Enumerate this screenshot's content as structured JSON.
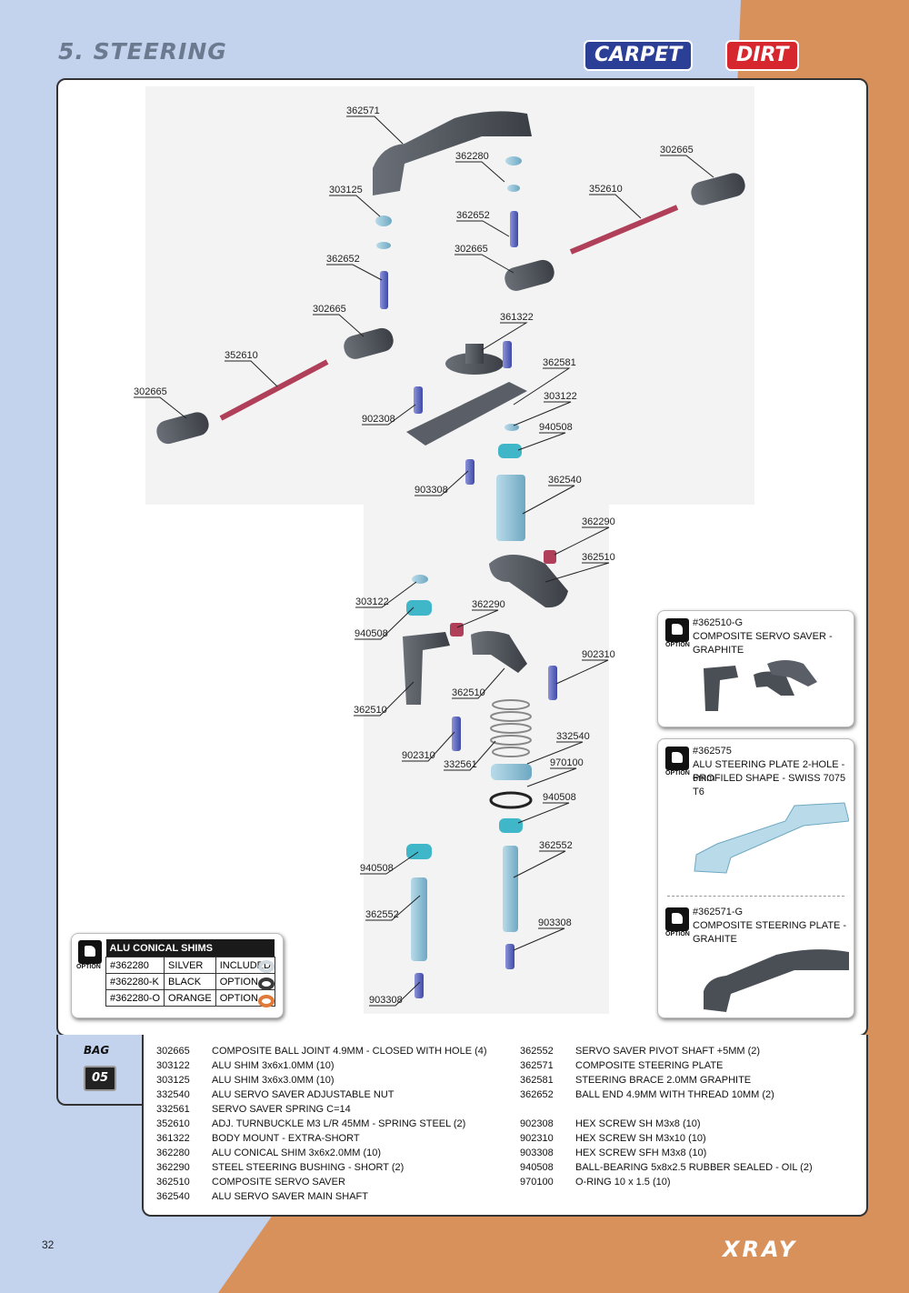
{
  "header": {
    "title": "5. STEERING",
    "badges": [
      "CARPET",
      "DIRT"
    ]
  },
  "colors": {
    "blue_bg": "#c3d3ee",
    "orange_bg": "#d9915c",
    "carpet": "#2a3f95",
    "dirt": "#d6262e"
  },
  "diagram": {
    "labels": [
      "362571",
      "362280",
      "302665",
      "303125",
      "352610",
      "362652",
      "302665",
      "362652",
      "302665",
      "361322",
      "352610",
      "362581",
      "302665",
      "303122",
      "902308",
      "940508",
      "903308",
      "362540",
      "362290",
      "362510",
      "303122",
      "362290",
      "940508",
      "902310",
      "362510",
      "362510",
      "332540",
      "902310",
      "332561",
      "970100",
      "940508",
      "362552",
      "940508",
      "362552",
      "903308",
      "903308"
    ]
  },
  "options": [
    {
      "icon": "thumbs-up-icon",
      "word": "OPTION",
      "code": "#362510-G",
      "desc": "COMPOSITE SERVO SAVER - GRAPHITE"
    },
    {
      "icon": "thumbs-up-icon",
      "word": "OPTION",
      "code": "#362575",
      "desc": "ALU STEERING PLATE 2-HOLE - 6mm",
      "desc2": "PROFILED SHAPE - SWISS 7075 T6"
    },
    {
      "icon": "thumbs-up-icon",
      "word": "OPTION",
      "code": "#362571-G",
      "desc": "COMPOSITE STEERING PLATE - GRAHITE"
    }
  ],
  "shims": {
    "icon": "thumbs-up-icon",
    "word": "OPTION",
    "title": "ALU CONICAL SHIMS",
    "rows": [
      {
        "code": "#362280",
        "color": "SILVER",
        "status": "INCLUDED",
        "swatch": "#cfd8de"
      },
      {
        "code": "#362280-K",
        "color": "BLACK",
        "status": "OPTION",
        "swatch": "#3a3a3a"
      },
      {
        "code": "#362280-O",
        "color": "ORANGE",
        "status": "OPTION",
        "swatch": "#e07a3a"
      }
    ]
  },
  "bag": {
    "label": "BAG",
    "number": "05"
  },
  "parts_left": [
    {
      "code": "302665",
      "name": "COMPOSITE BALL JOINT 4.9MM - CLOSED WITH HOLE (4)"
    },
    {
      "code": "303122",
      "name": "ALU SHIM 3x6x1.0MM (10)"
    },
    {
      "code": "303125",
      "name": "ALU SHIM 3x6x3.0MM (10)"
    },
    {
      "code": "332540",
      "name": "ALU SERVO SAVER ADJUSTABLE NUT"
    },
    {
      "code": "332561",
      "name": "SERVO SAVER SPRING C=14"
    },
    {
      "code": "352610",
      "name": "ADJ. TURNBUCKLE M3 L/R 45MM  - SPRING STEEL (2)"
    },
    {
      "code": "361322",
      "name": "BODY MOUNT - EXTRA-SHORT"
    },
    {
      "code": "362280",
      "name": "ALU CONICAL SHIM 3x6x2.0MM (10)"
    },
    {
      "code": "362290",
      "name": "STEEL STEERING BUSHING - SHORT (2)"
    },
    {
      "code": "362510",
      "name": "COMPOSITE SERVO SAVER"
    },
    {
      "code": "362540",
      "name": "ALU SERVO SAVER MAIN SHAFT"
    }
  ],
  "parts_right": [
    {
      "code": "362552",
      "name": "SERVO SAVER PIVOT SHAFT +5MM (2)"
    },
    {
      "code": "362571",
      "name": "COMPOSITE STEERING PLATE"
    },
    {
      "code": "362581",
      "name": "STEERING BRACE 2.0MM GRAPHITE"
    },
    {
      "code": "362652",
      "name": "BALL END 4.9MM WITH THREAD 10MM (2)"
    },
    {
      "code": "",
      "name": ""
    },
    {
      "code": "902308",
      "name": "HEX SCREW  SH M3x8  (10)"
    },
    {
      "code": "902310",
      "name": "HEX SCREW  SH M3x10  (10)"
    },
    {
      "code": "903308",
      "name": "HEX SCREW  SFH M3x8  (10)"
    },
    {
      "code": "940508",
      "name": "BALL-BEARING 5x8x2.5 RUBBER SEALED - OIL (2)"
    },
    {
      "code": "970100",
      "name": "O-RING 10 x 1.5  (10)"
    }
  ],
  "footer": {
    "page": "32",
    "logo": "XRAY"
  }
}
